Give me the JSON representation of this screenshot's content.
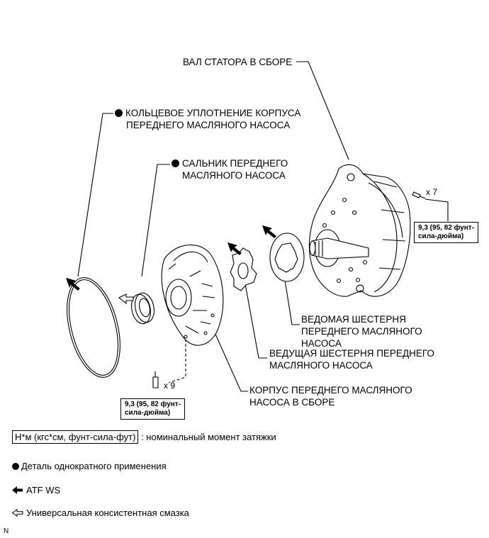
{
  "labels": {
    "stator_shaft": "ВАЛ СТАТОРА В СБОРЕ",
    "o_ring_line1": "КОЛЬЦЕВОЕ УПЛОТНЕНИЕ КОРПУСА",
    "o_ring_line2": "ПЕРЕДНЕГО МАСЛЯНОГО НАСОСА",
    "oil_seal_line1": "САЛЬНИК ПЕРЕДНЕГО",
    "oil_seal_line2": "МАСЛЯНОГО НАСОСА",
    "driven_gear_line1": "ВЕДОМАЯ ШЕСТЕРНЯ",
    "driven_gear_line2": "ПЕРЕДНЕГО МАСЛЯНОГО",
    "driven_gear_line3": "НАСОСА",
    "drive_gear_line1": "ВЕДУЩАЯ ШЕСТЕРНЯ ПЕРЕДНЕГО",
    "drive_gear_line2": "МАСЛЯНОГО НАСОСА",
    "pump_body_line1": "КОРПУС ПЕРЕДНЕГО МАСЛЯНОГО",
    "pump_body_line2": "НАСОСА В СБОРЕ"
  },
  "torque_right": {
    "line1": "9,3 (95, 82 фунт-",
    "line2": "сила-дюйма)",
    "count": "x 7"
  },
  "torque_left": {
    "line1": "9,3 (95, 82 фунт-",
    "line2": "сила-дюйма)",
    "count": "x 9"
  },
  "legend": {
    "torque_units": "Н*м (кгс*см, фунт-сила-фут)",
    "torque_desc": ": номинальный момент затяжки",
    "single_use": "Деталь однократного применения",
    "atf": "ATF WS",
    "grease": "Универсальная консистентная смазка"
  },
  "corner_mark": "N"
}
